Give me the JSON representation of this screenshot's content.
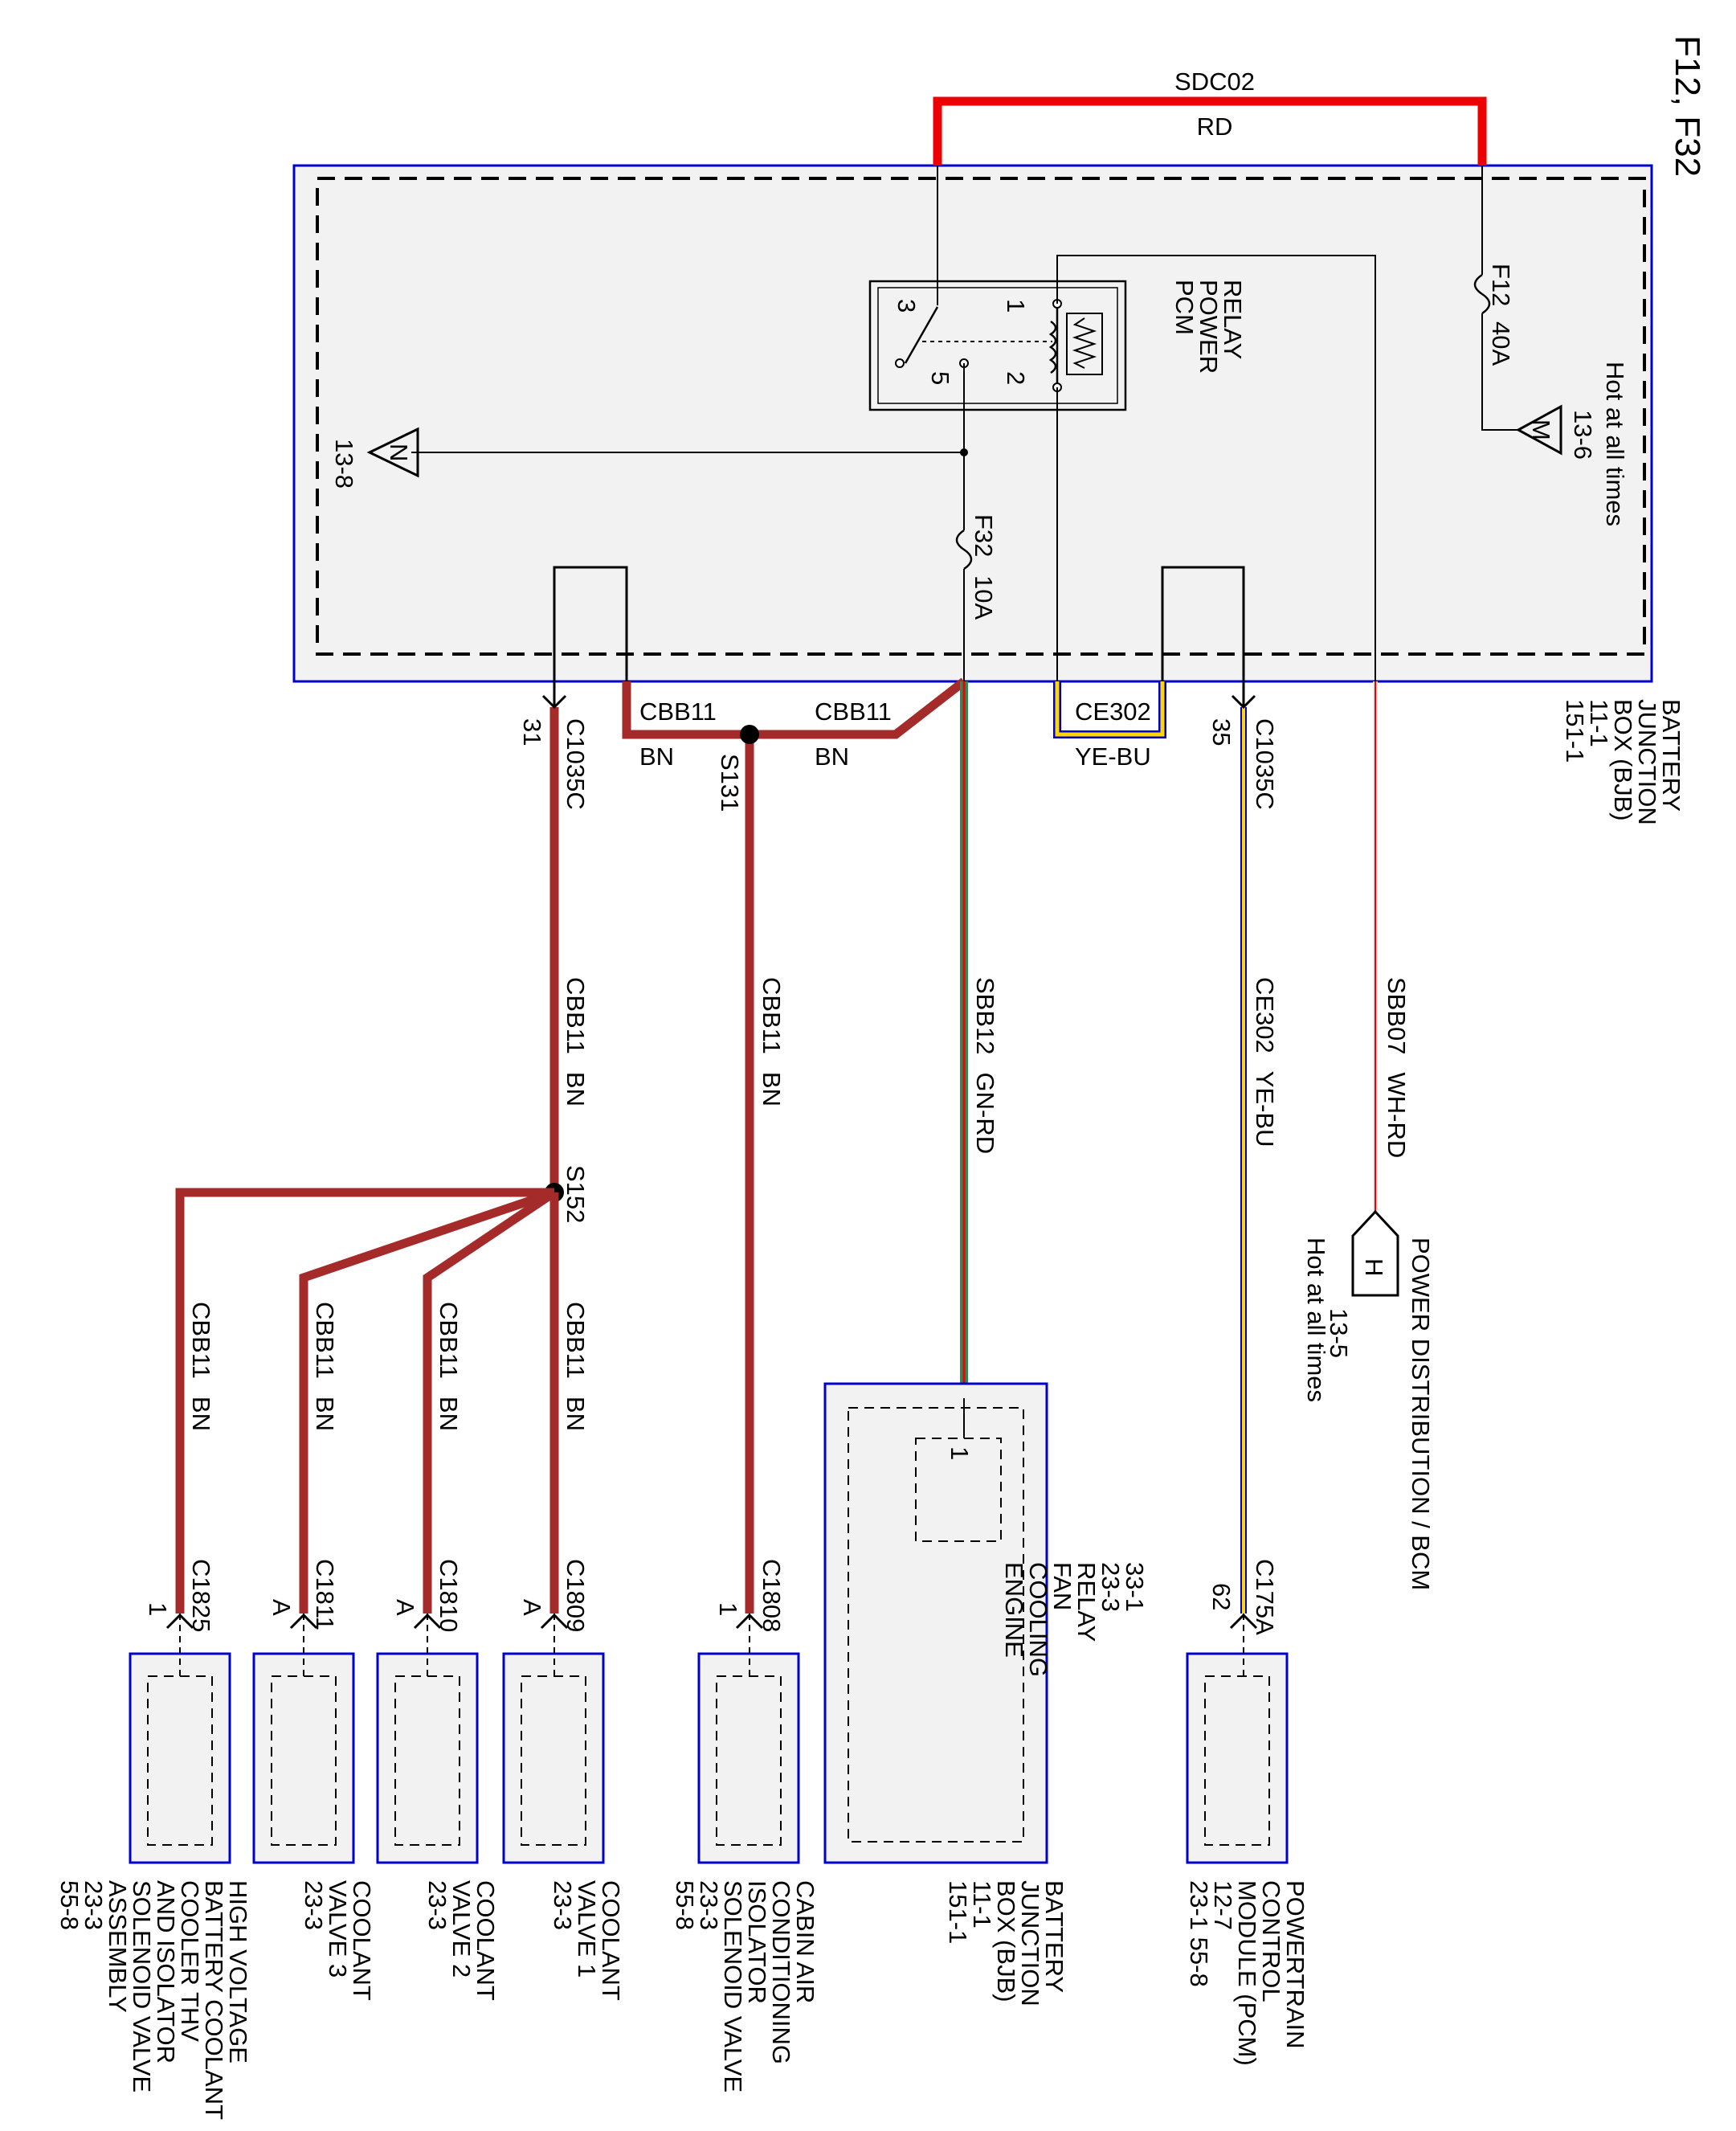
{
  "page_title": "F12, F32",
  "wires": {
    "sdc02": {
      "circuit": "SDC02",
      "color": "RD"
    },
    "cbb11": {
      "circuit": "CBB11",
      "color": "BN"
    },
    "ce302": {
      "circuit": "CE302",
      "color": "YE-BU"
    },
    "sbb12": {
      "circuit": "SBB12",
      "color": "GN-RD"
    },
    "sbb07": {
      "circuit": "SBB07",
      "color": "WH-RD"
    }
  },
  "bjb": {
    "name": [
      "BATTERY",
      "JUNCTION",
      "BOX (BJB)",
      "11-1",
      "151-1"
    ],
    "hot_label": "Hot at all times",
    "conn_m": {
      "letter": "M",
      "ref": "13-6"
    },
    "conn_n": {
      "letter": "N",
      "ref": "13-8"
    },
    "fuse_f12": {
      "name": "F12",
      "rating": "40A"
    },
    "fuse_f32": {
      "name": "F32",
      "rating": "10A"
    },
    "relay": {
      "name": [
        "PCM",
        "POWER",
        "RELAY"
      ],
      "pins": [
        "1",
        "2",
        "3",
        "5"
      ]
    }
  },
  "splices": {
    "s131": "S131",
    "s152": "S152"
  },
  "connectors": {
    "c1035c": "C1035C",
    "c1035c_pin31": "31",
    "c1035c_pin35": "35",
    "c175a": "C175A",
    "c175a_pin": "62",
    "c1808": "C1808",
    "c1808_pin": "1",
    "c1809": "C1809",
    "c1809_pin": "A",
    "c1810": "C1810",
    "c1810_pin": "A",
    "c1811": "C1811",
    "c1811_pin": "A",
    "c1825": "C1825",
    "c1825_pin": "1"
  },
  "power_dist": {
    "name": "POWER DISTRIBUTION / BCM",
    "letter": "H",
    "ref": "13-5",
    "hot_label": "Hot at all times"
  },
  "components": {
    "pcm": [
      "POWERTRAIN",
      "CONTROL",
      "MODULE (PCM)",
      "12-7",
      "23-1        55-8"
    ],
    "bjb_bottom": [
      "BATTERY",
      "JUNCTION",
      "BOX (BJB)",
      "11-1",
      "151-1"
    ],
    "fan_relay": [
      "ENGINE",
      "COOLING",
      "FAN",
      "RELAY",
      "23-3",
      "33-1"
    ],
    "fan_relay_pin": "1",
    "cabin_ac": [
      "CABIN AIR",
      "CONDITIONING",
      "ISOLATOR",
      "SOLENOID VALVE",
      "23-3",
      "55-8"
    ],
    "valve1": [
      "COOLANT",
      "VALVE 1",
      "23-3"
    ],
    "valve2": [
      "COOLANT",
      "VALVE 2",
      "23-3"
    ],
    "valve3": [
      "COOLANT",
      "VALVE 3",
      "23-3"
    ],
    "hv": [
      "HIGH VOLTAGE",
      "BATTERY COOLANT",
      "COOLER THV",
      "AND ISOLATOR",
      "SOLENOID VALVE",
      "ASSEMBLY",
      "23-3",
      "55-8"
    ]
  },
  "colors": {
    "red": "#ee0000",
    "brown": "#a52a2a",
    "green": "#2e8b57",
    "yellow": "#ffd700",
    "blue": "#0000cc",
    "box_fill": "#f2f2f2"
  }
}
